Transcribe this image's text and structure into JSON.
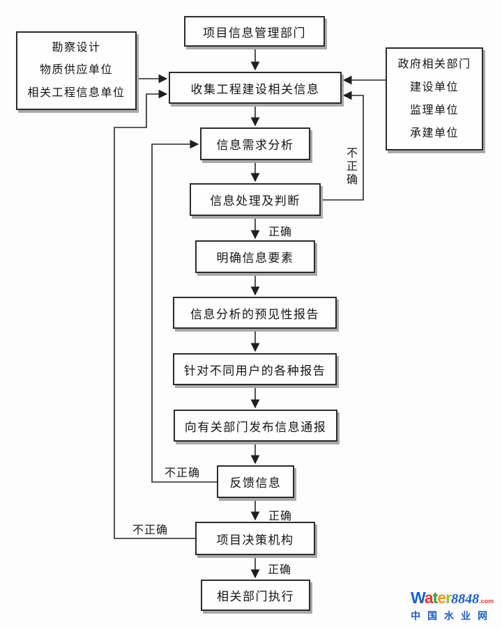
{
  "diagram": {
    "line_color": "#262626",
    "box_border_color": "#2b2b2b",
    "box_shadow_color": "#a9a9a9",
    "background_color": "#fdfdfd"
  },
  "nodes": {
    "top": {
      "label": "项目信息管理部门"
    },
    "left_sources": {
      "lines": [
        "勘察设计",
        "物质供应单位",
        "相关工程信息单位"
      ]
    },
    "right_sources": {
      "lines": [
        "政府相关部门",
        "建设单位",
        "监理单位",
        "承建单位"
      ]
    },
    "collect": {
      "label": "收集工程建设相关信息"
    },
    "demand": {
      "label": "信息需求分析"
    },
    "process": {
      "label": "信息处理及判断"
    },
    "clarify": {
      "label": "明确信息要素"
    },
    "forecast_report": {
      "label": "信息分析的预见性报告"
    },
    "user_reports": {
      "label": "针对不同用户的各种报告"
    },
    "publish": {
      "label": "向有关部门发布信息通报"
    },
    "feedback": {
      "label": "反馈信息"
    },
    "decision": {
      "label": "项目决策机构"
    },
    "execute": {
      "label": "相关部门执行"
    }
  },
  "edges": {
    "correct_labels": [
      "正确",
      "正确",
      "正确"
    ],
    "incorrect_right": "不正确",
    "incorrect_feedback": "不正确",
    "incorrect_decision": "不正确"
  },
  "watermark": {
    "letters": [
      {
        "char": "W",
        "color": "#1b5fc8"
      },
      {
        "char": "a",
        "color": "#e8372c"
      },
      {
        "char": "t",
        "color": "#2f9e3f"
      },
      {
        "char": "e",
        "color": "#f7941d"
      },
      {
        "char": "r",
        "color": "#8bc53f"
      }
    ],
    "number": "8848",
    "number_color": "#1b5fc8",
    "tld": ".com",
    "tld_color": "#e8372c",
    "tagline": "中国水业网",
    "tagline_color": "#1b5fc8"
  }
}
